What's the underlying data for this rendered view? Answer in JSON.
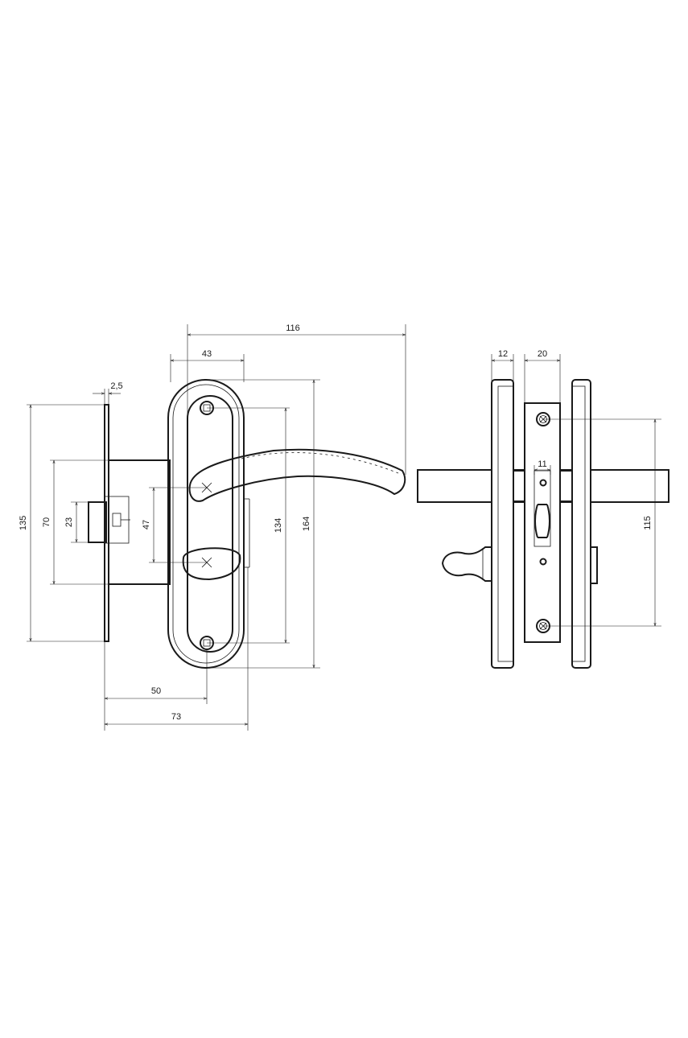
{
  "drawing": {
    "dimensions": {
      "overall_width": "116",
      "rosette_width": "43",
      "faceplate_thickness": "2,5",
      "total_height": "135",
      "body_height": "70",
      "latch_height": "23",
      "spindle_spacing": "47",
      "screw_spacing": "134",
      "rosette_height": "164",
      "backset": "50",
      "depth": "73",
      "rosette_thickness": "12",
      "lock_body_width": "20",
      "hole_width": "11",
      "bolt_spacing": "115"
    },
    "colors": {
      "line": "#1a1a1a",
      "background": "#ffffff"
    }
  }
}
